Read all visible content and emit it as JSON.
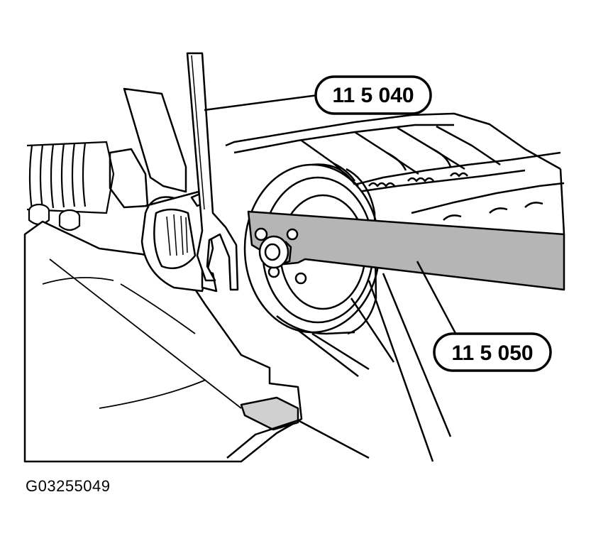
{
  "figure": {
    "id": "G03255049"
  },
  "callouts": [
    {
      "label": "11 5 040"
    },
    {
      "label": "11 5 050"
    }
  ],
  "colors": {
    "line": "#000000",
    "background": "#ffffff",
    "tool_fill": "#b5b5b5",
    "shade": "#d0d0d0"
  }
}
